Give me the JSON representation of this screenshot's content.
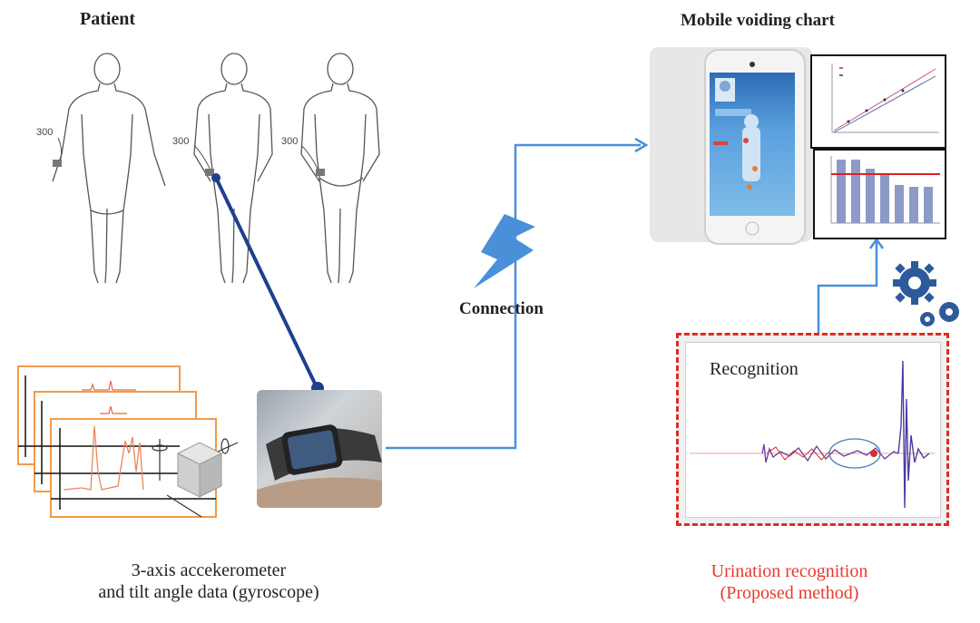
{
  "labels": {
    "patient": "Patient",
    "mobile_voiding_chart": "Mobile voiding chart",
    "connection": "Connection",
    "recognition": "Recognition",
    "caption_left_line1": "3-axis accekerometer",
    "caption_left_line2": "and tilt angle data (gyroscope)",
    "caption_right_line1": "Urination recognition",
    "caption_right_line2": "(Proposed method)",
    "callout_300": "300"
  },
  "colors": {
    "link_blue": "#4a90d9",
    "dark_blue": "#1f3f8f",
    "red_accent": "#e83a2e",
    "orange_signal": "#f29a4a",
    "gear_blue": "#2d5a9a"
  },
  "icons": [
    "lightning-bolt-icon",
    "gear-icon",
    "phone-icon",
    "smartwatch-icon",
    "cube-icon"
  ]
}
